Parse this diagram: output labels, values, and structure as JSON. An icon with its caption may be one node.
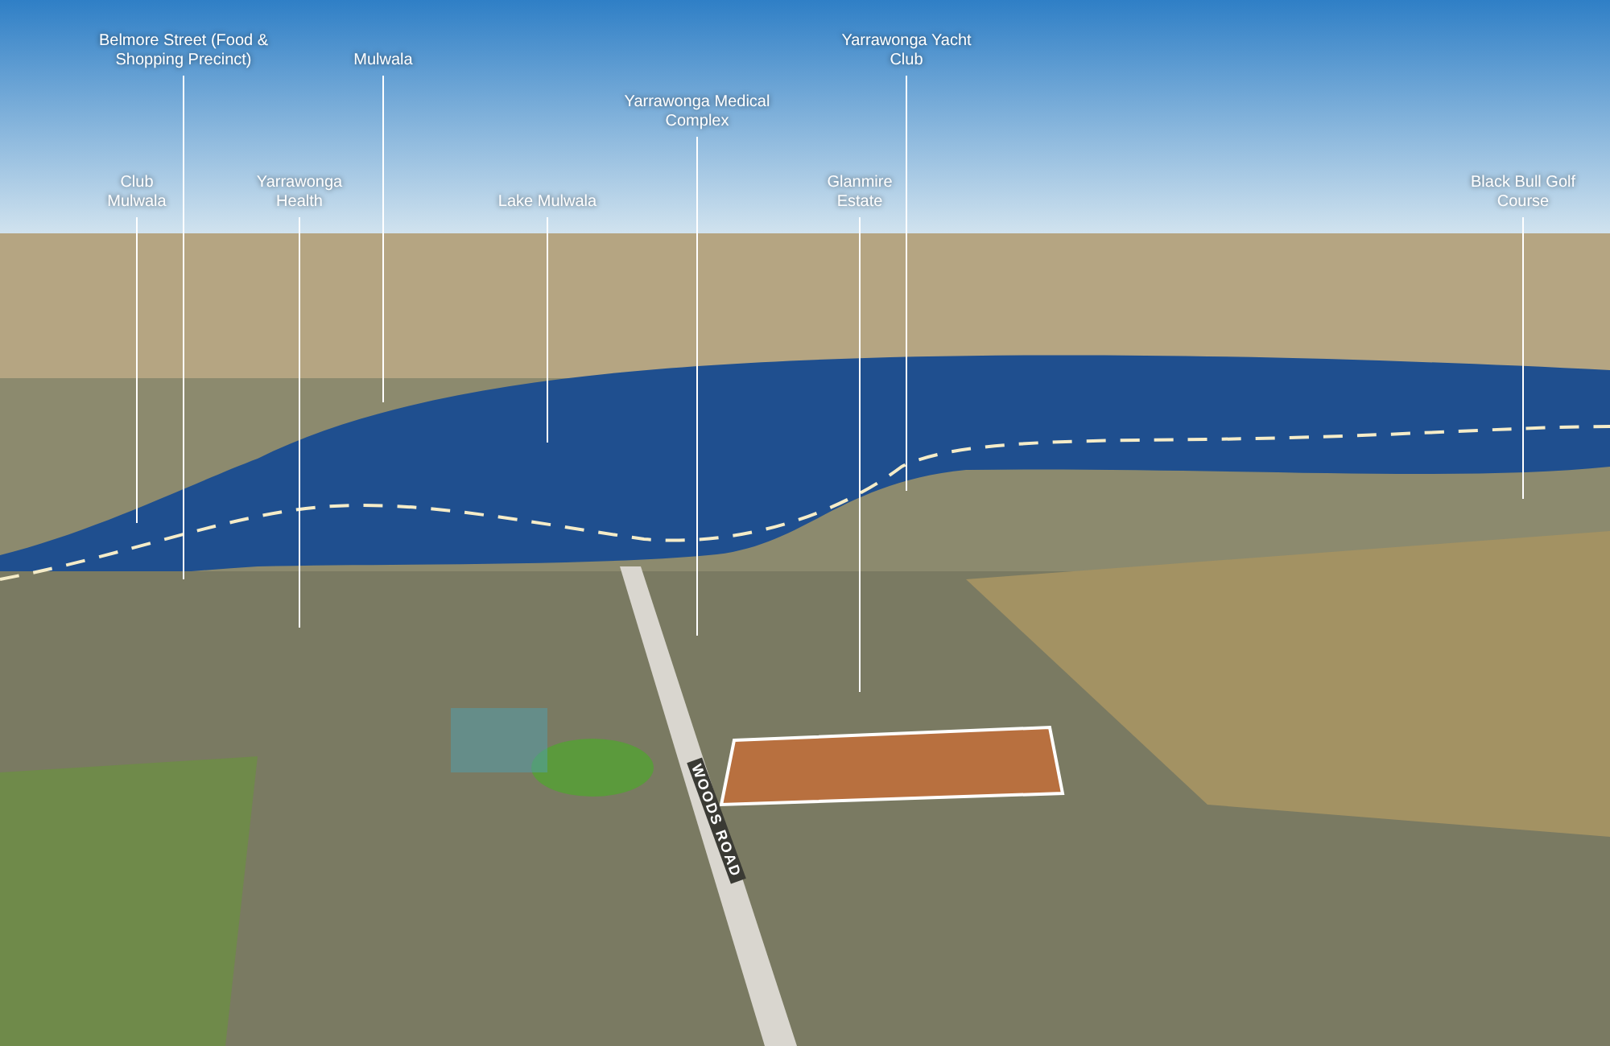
{
  "diagram": {
    "nodes": [
      {
        "text": [
          "Club Mulwala"
        ]
      },
      {
        "text": [
          "Belmore Street (Food & Shopping Precinct)"
        ]
      },
      {
        "text": [
          "Mulwala"
        ]
      },
      {
        "text": [
          "Yarrawonga Health"
        ]
      },
      {
        "text": [
          "Lake Mulwala"
        ]
      },
      {
        "text": [
          "Yarrawonga Medical Complex"
        ]
      },
      {
        "text": [
          "Glanmire Estate"
        ]
      },
      {
        "text": [
          "Yarrawonga Yacht Club"
        ]
      },
      {
        "text": [
          "Black Bull Golf Course"
        ]
      }
    ],
    "edges": [
      {
        "from": 0,
        "to": null,
        "arrow": "none"
      },
      {
        "from": 1,
        "to": null,
        "arrow": "none"
      },
      {
        "from": 2,
        "to": null,
        "arrow": "none"
      },
      {
        "from": 3,
        "to": null,
        "arrow": "none"
      },
      {
        "from": 4,
        "to": null,
        "arrow": "none"
      },
      {
        "from": 5,
        "to": null,
        "arrow": "none"
      },
      {
        "from": 6,
        "to": null,
        "arrow": "none"
      },
      {
        "from": 7,
        "to": null,
        "arrow": "none"
      },
      {
        "from": 8,
        "to": null,
        "arrow": "none"
      }
    ],
    "labels": [
      "WOODS ROAD"
    ]
  }
}
